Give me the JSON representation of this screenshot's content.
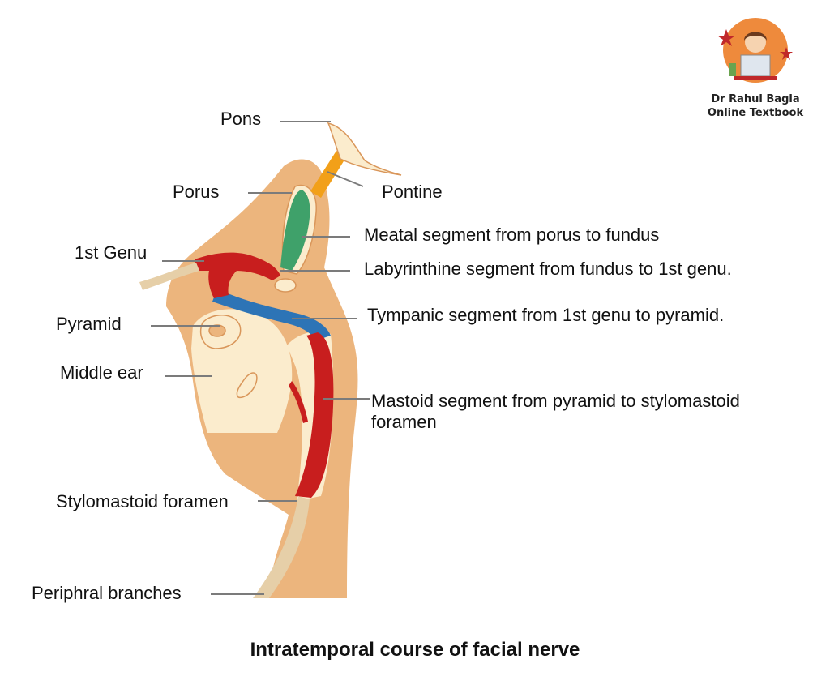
{
  "colors": {
    "bone": "#ecb57d",
    "bone_dark": "#d9965a",
    "cavity": "#fbeccd",
    "meatal": "#3fa16a",
    "labyrinthine": "#c81e1e",
    "tympanic": "#2d74b6",
    "mastoid": "#c81e1e",
    "pontine": "#f2a019",
    "leader": "#7b7b7b",
    "nerve_branch": "#e6cfa8"
  },
  "logo": {
    "icon": "doctor-avatar-icon",
    "line1": "Dr Rahul Bagla",
    "line2": "Online Textbook"
  },
  "labels": {
    "pons": "Pons",
    "porus": "Porus",
    "pontine": "Pontine",
    "first_genu": "1st Genu",
    "meatal": "Meatal segment from porus to fundus",
    "labyrinthine": "Labyrinthine segment from fundus to 1st genu.",
    "pyramid": "Pyramid",
    "tympanic": "Tympanic segment from 1st genu to pyramid.",
    "middle_ear": "Middle ear",
    "mastoid": "Mastoid segment from pyramid to stylomastoid foramen",
    "stylomastoid": "Stylomastoid foramen",
    "peripheral": "Periphral branches"
  },
  "caption": "Intratemporal course of facial nerve"
}
